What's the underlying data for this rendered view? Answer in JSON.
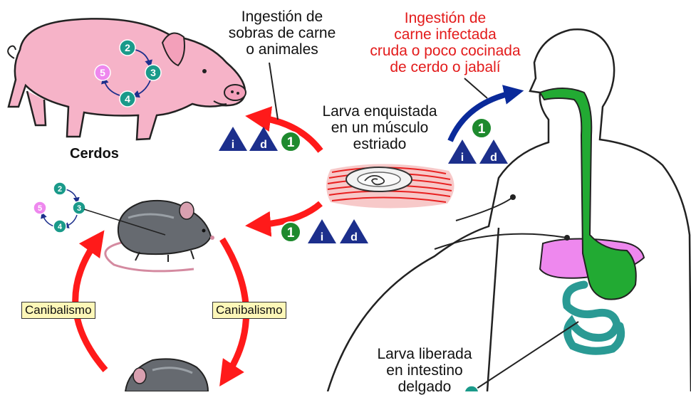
{
  "labels": {
    "pig": "Cerdos",
    "leftovers": [
      "Ingestión de",
      "sobras de carne",
      "o animales"
    ],
    "infected_meat": [
      "Ingestión de",
      "carne infectada",
      "cruda o poco cocinada",
      "de cerdo o jabalí"
    ],
    "encysted_larva": [
      "Larva enquistada",
      "en un músculo",
      "estriado"
    ],
    "freed_larva": [
      "Larva liberada",
      "en intestino",
      "delgado"
    ],
    "cannibalism_left": "Canibalismo",
    "cannibalism_right": "Canibalismo"
  },
  "stage_numbers": {
    "s1": "1",
    "s2": "2",
    "s3": "3",
    "s4": "4",
    "s5": "5"
  },
  "triangle_letters": {
    "i": "i",
    "d": "d"
  },
  "colors": {
    "red_arrow": "#ff1a1a",
    "blue_arrow": "#0a2a9a",
    "teal_stage": "#1a9a8a",
    "pink_stage": "#ee88ee",
    "green_badge": "#1e8a2e",
    "navy_triangle": "#1c2f8c",
    "pig": "#f6b3c8",
    "rat": "#666a70",
    "gut_green": "#22aa33",
    "intestine_teal": "#2a9a94",
    "liver_pink": "#ee88ee",
    "tag_bg": "#fdf7b8"
  }
}
